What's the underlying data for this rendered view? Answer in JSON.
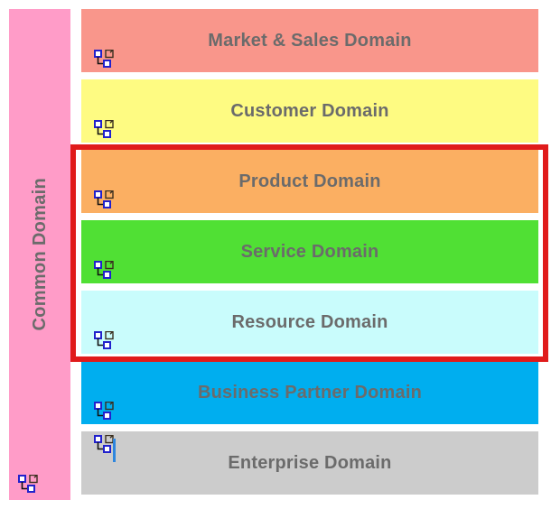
{
  "diagram": {
    "title_icon": "hierarchy-icon",
    "common_band": {
      "label": "Common Domain",
      "color": "#FF9CC8",
      "text_color": "#6b6b6b",
      "icon": "hierarchy-icon"
    },
    "highlight": {
      "color": "#E01B1B",
      "covers": [
        "Product Domain",
        "Service Domain",
        "Resource Domain"
      ]
    },
    "caret": {
      "visible": true,
      "color": "#2E86DE",
      "row": "Enterprise Domain"
    },
    "rows": [
      {
        "label": "Market & Sales Domain",
        "color": "#F9968B",
        "text_color": "#6b6b6b",
        "icon": "hierarchy-icon",
        "highlighted": false
      },
      {
        "label": "Customer Domain",
        "color": "#FEFB82",
        "text_color": "#6b6b6b",
        "icon": "hierarchy-icon",
        "highlighted": false
      },
      {
        "label": "Product Domain",
        "color": "#FBAF62",
        "text_color": "#6b6b6b",
        "icon": "hierarchy-icon",
        "highlighted": true
      },
      {
        "label": "Service Domain",
        "color": "#50E034",
        "text_color": "#6b6b6b",
        "icon": "hierarchy-icon",
        "highlighted": true
      },
      {
        "label": "Resource Domain",
        "color": "#C9FCFC",
        "text_color": "#6b6b6b",
        "icon": "hierarchy-icon",
        "highlighted": true
      },
      {
        "label": "Business Partner Domain",
        "color": "#00AEEF",
        "text_color": "#6b6b6b",
        "icon": "hierarchy-icon",
        "highlighted": false
      },
      {
        "label": "Enterprise Domain",
        "color": "#CCCCCC",
        "text_color": "#6b6b6b",
        "icon": "hierarchy-icon",
        "highlighted": false
      }
    ]
  }
}
